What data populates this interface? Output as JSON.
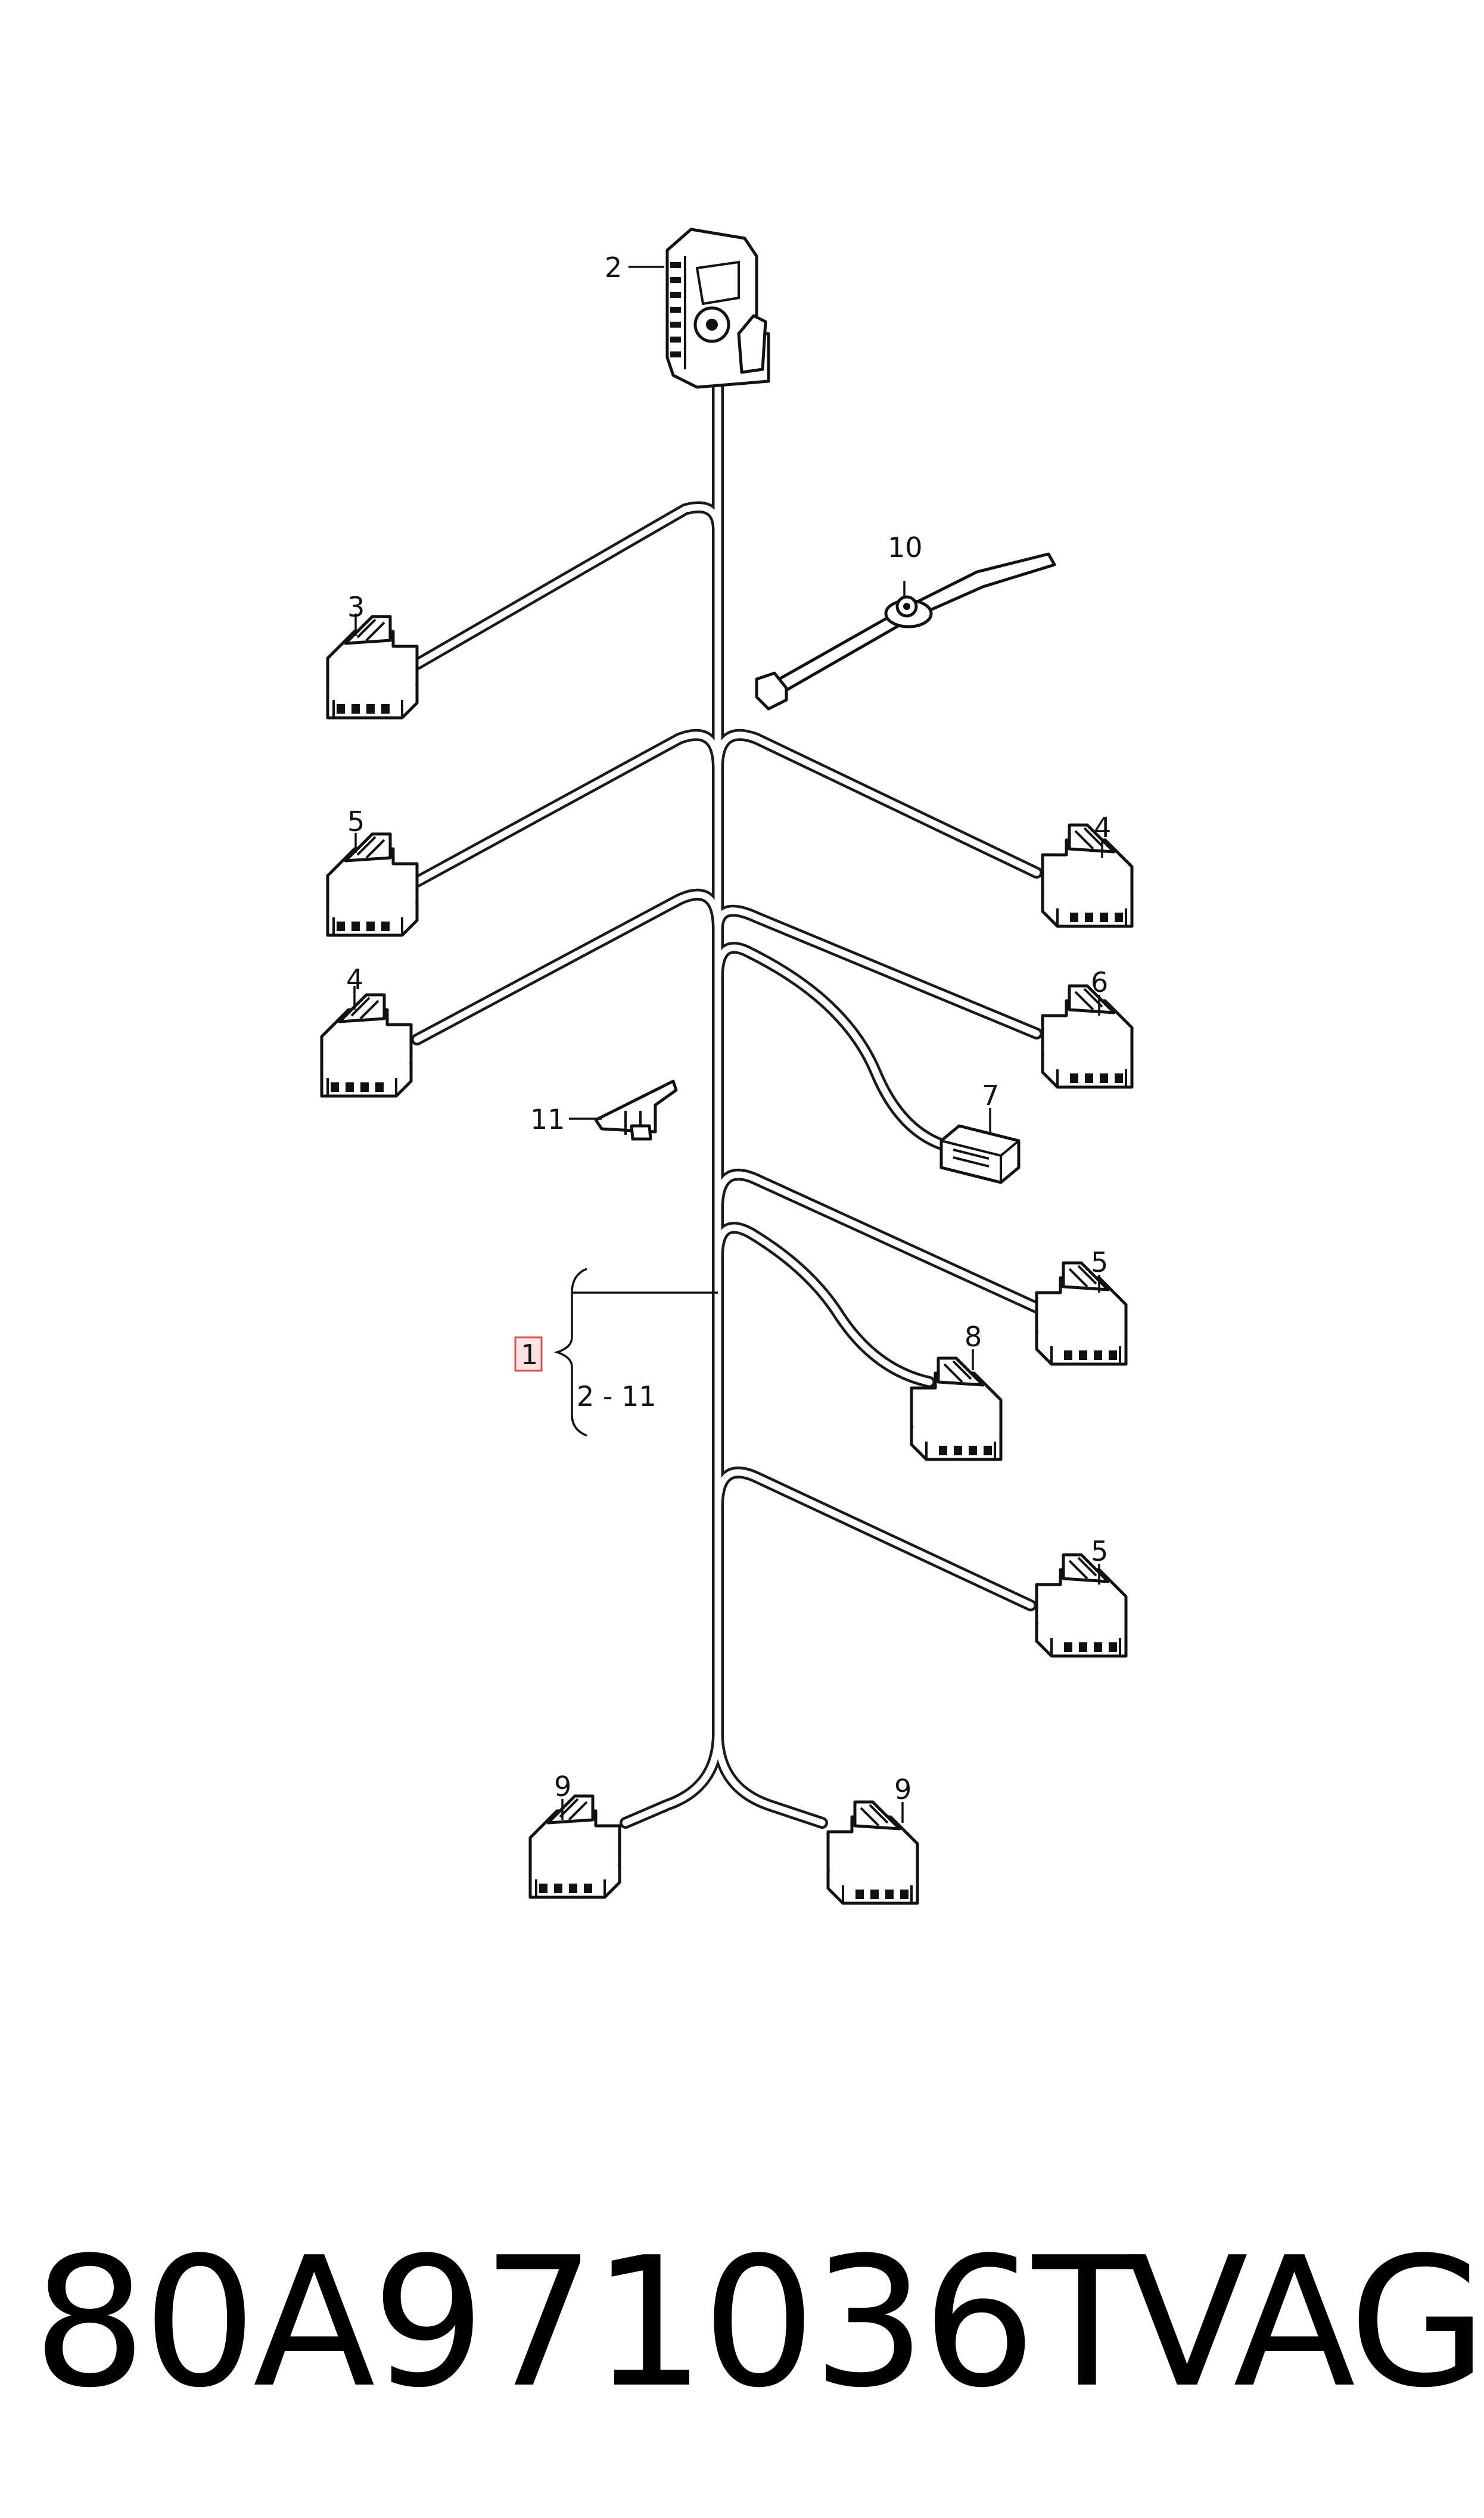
{
  "callouts": {
    "main": "1",
    "main_range": "2 - 11",
    "c2": "2",
    "c3": "3",
    "c4a": "4",
    "c4b": "4",
    "c5a": "5",
    "c5b": "5",
    "c5c": "5",
    "c6": "6",
    "c7": "7",
    "c8": "8",
    "c9a": "9",
    "c9b": "9",
    "c10": "10",
    "c11": "11"
  },
  "footer": {
    "part_number": "80A971036T",
    "brand": "VAG"
  },
  "colors": {
    "line": "#1a1a1a",
    "highlight_fill": "#fbe3e3",
    "highlight_stroke": "#d9534f"
  }
}
